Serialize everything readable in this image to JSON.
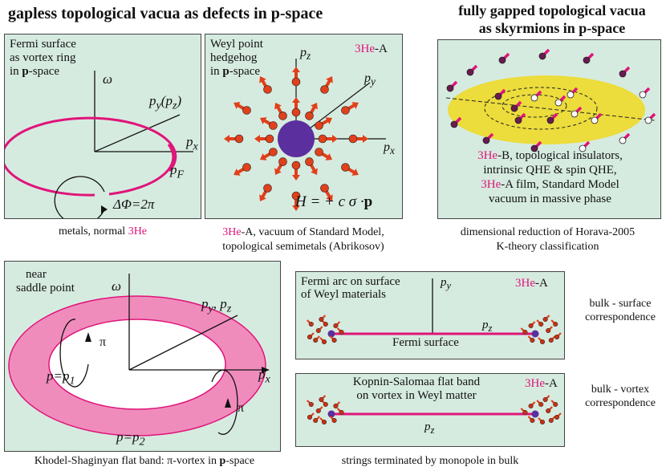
{
  "headings": {
    "left": "gapless topological vacua as defects in p-space",
    "right_line1": "fully gapped topological vacua",
    "right_line2": "as skyrmions in p-space"
  },
  "panel_fermi": {
    "label_lines": [
      "Fermi surface",
      "as vortex ring",
      "in "
    ],
    "label_bold": "p",
    "label_tail": "-space",
    "omega": "ω",
    "py_pz": "p",
    "py_sub": "y",
    "pz_paren": "(p",
    "pz_sub": "z",
    "px": "p",
    "px_sub": "x",
    "pf": "p",
    "pf_sub": "F",
    "delta_phi": "ΔΦ=2π",
    "caption_text": "metals, normal ",
    "caption_pink": "3He"
  },
  "panel_weyl": {
    "label_lines": [
      "Weyl point",
      "hedgehog",
      "in "
    ],
    "label_bold": "p",
    "label_tail": "-space",
    "tag_pink": "3He",
    "tag_tail": "-A",
    "pz": "p",
    "pz_sub": "z",
    "py": "p",
    "py_sub": "y",
    "px": "p",
    "px_sub": "x",
    "hamiltonian": "H = + c σ ·",
    "hamiltonian_bold": "p",
    "caption_pink": "3He",
    "caption_line1": "-A, vacuum of Standard Model,",
    "caption_line2": "topological semimetals (Abrikosov)"
  },
  "panel_skyrmion": {
    "line1_pink": "3He",
    "line1_tail": "-B, topological insulators,",
    "line2": "intrinsic QHE & spin QHE,",
    "line3_pink": "3He",
    "line3_tail": "-A film, Standard Model",
    "line4": "vacuum in massive phase",
    "caption_line1": "dimensional reduction of Horava-2005",
    "caption_line2": "K-theory classification"
  },
  "panel_flatband": {
    "near": "near",
    "saddle": "saddle point",
    "omega": "ω",
    "pypz": "p",
    "py_sub": "y",
    "pz_mid": ", p",
    "pz_sub": "z",
    "px": "p",
    "px_sub": "x",
    "pi1": "π",
    "pi2": "π",
    "p1": "p=p",
    "p1_sub": "1",
    "p2": "p=p",
    "p2_sub": "2",
    "caption": "Khodel-Shaginyan flat band: π-vortex in ",
    "caption_bold": "p",
    "caption_tail": "-space"
  },
  "panel_arc": {
    "line1": "Fermi arc on surface",
    "line2": "of Weyl materials",
    "py": "p",
    "py_sub": "y",
    "tag_pink": "3He",
    "tag_tail": "-A",
    "pz": "p",
    "pz_sub": "z",
    "fermi_surface": "Fermi surface",
    "side_line1": "bulk - surface",
    "side_line2": "correspondence"
  },
  "panel_vortex": {
    "line1": "Kopnin-Salomaa flat band",
    "line2": "on vortex in Weyl matter",
    "tag_pink": "3He",
    "tag_tail": "-A",
    "pz": "p",
    "pz_sub": "z",
    "side_line1": "bulk - vortex",
    "side_line2": "correspondence",
    "caption": "strings terminated by monopole in bulk"
  },
  "colors": {
    "panel_bg": "#d6ebe0",
    "magenta": "#e0147a",
    "ring_fill": "#f08cbc",
    "purple": "#5b2f9e",
    "yellow": "#ecdc3c",
    "spin_red": "#e0401a"
  }
}
